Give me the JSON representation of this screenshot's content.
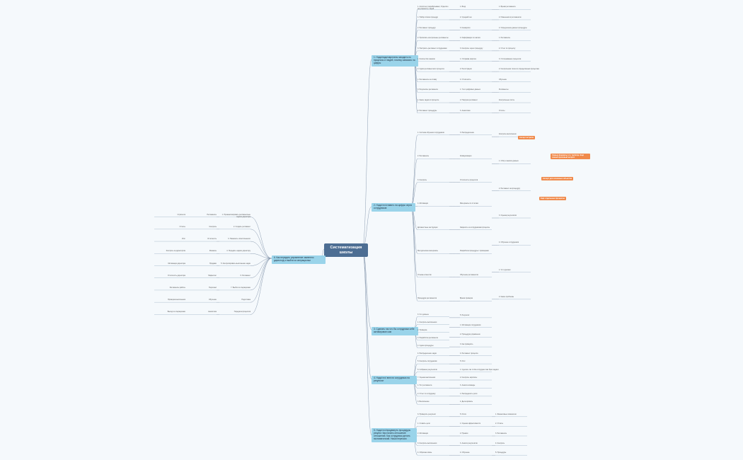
{
  "center": "Систематизация школы",
  "branches": [
    {
      "label": "1. Надо/надо/зарплаты заходить но процессы и людей, почему завязано на цифры"
    },
    {
      "label": "2. Надо/что/ставить на цифры через сотрудников"
    },
    {
      "label": "3. Сделать так что бы сотрудники себе активирован сам"
    },
    {
      "label": "4. Надо/что/ внести сотрудника на результат"
    },
    {
      "label": "5. Надо/что/продвинуть процедуры результ. Как начать отношение отношений. Как сотрудники делать экономический. Наши пересказ"
    },
    {
      "label": "6. Как передать управление заменено директору и выйти из операционки"
    }
  ],
  "tags": [
    {
      "label": "Ассерт встреча"
    },
    {
      "label": "Самые форматы что трубопр. Ещё самый красивый вопрос"
    },
    {
      "label": "Ассерт для основных объектов"
    },
    {
      "label": "Ещё отдельные процессы"
    }
  ],
  "right_leaves": [
    "1. Ассистент разрабатывают, Отделите регулярность стадий",
    "1. Набор списка процедур",
    "2. Регламент процедур",
    "2. Прописать контрольные регламенты",
    "3. Настроить регламент сотрудникам",
    "1. Количество заказов",
    "2. Сдача регламентного процесса",
    "1. Регламенты на ставку",
    "3. Результаты регламента",
    "1. Какие задачи в процессе",
    "2. Регламент процедуры",
    "1. Вход",
    "2. Средний чек",
    "3. Конверсия",
    "4. Информация по записи",
    "3. Контроль через процедуру",
    "1. Отправка запроса",
    "2. Регистрация",
    "4. Отчётность",
    "1. Учет цифровых данных",
    "2. Нагрузка регламент",
    "3. Аналитика",
    "1. Время регламента",
    "2. Изменения в регламентах",
    "2. Определение данных процедуры",
    "1. Регламенты",
    "2. Отчет по процессу",
    "3. Отслеживание процессов",
    "2. Контрольная точка по определённым процессам",
    "Обучение",
    "Регламенты",
    "Контрольные листы",
    "Отчёты",
    "1. Система обучения сотрудников",
    "2. Регламенты",
    "3. Контроль",
    "4. Мотивация",
    "Должностные инструкции",
    "Методические материалы",
    "Отзывы клиентов",
    "Процедура регламентов",
    "3. Распределение",
    "Коммуникации",
    "Отчётность процессов",
    "Материалы по отчётам",
    "Закрепить за сотрудниками процессы",
    "Разработка процедуры с примерами",
    "Обучение регламентов",
    "Время проверки",
    "Контроль выполнения",
    "1. Сбор и анализ данных",
    "2. Регламент на процедуру",
    "3. Оценка результатов",
    "4. Обучение сотрудников",
    "1. Что сделано",
    "2. Какие проблемы",
    "3. Что дальше",
    "1. Контроль выполнения",
    "2. Проверка",
    "3. Разработка регламента",
    "4. Сдача процедуры",
    "5. Результат",
    "1. Мотивация сотрудников",
    "2. Процедура управления",
    "3. Как проверять",
    "4. Распределение задач",
    "5. Контроль сотрудников",
    "6. Собрание результатов",
    "7. Оценка выполнения",
    "1. Нет регламента",
    "2. Отчет по сотруднику",
    "3. Выполнение",
    "4. Регламент процесса",
    "5. Итог",
    "1. Сделать так чтобы сотрудник сам брал задачи",
    "2. Контроль зарплаты",
    "3. Анализ команды",
    "1. Распределить роли",
    "2. Делегировать",
    "3. Проверить результат",
    "1. Ставить цели",
    "2. Мотивация",
    "3. Контроль выполнения",
    "4. Обратная связь",
    "5. Итоги",
    "1. Оценка эффективности",
    "2. Премии",
    "3. Анализ результатов",
    "4. Обучение",
    "1. Финансовые показатели",
    "2. Отчёты",
    "3. Регламенты",
    "4. Контроль",
    "5. Процедуры"
  ],
  "left_leaves": [
    "1. Проанализировать регламентные задачи директора",
    "2. Создать регламент",
    "3. Назначить ответственного",
    "4. Передать задачи директору",
    "5. Контролировать выполнение задач",
    "6. Регламент",
    "7. Выйти из операционки",
    "Подготовка",
    "Передача процессов",
    "Регламенты",
    "Контроль",
    "Отчётность",
    "Финансы",
    "Продажи",
    "Маркетинг",
    "Персонал",
    "Обучение",
    "Аналитика",
    "Стратегия",
    "Отчёты",
    "Итог",
    "Контроль за директором",
    "Мотивация директора",
    "Отчётность директора",
    "Регламенты работы",
    "Проверка выполнения",
    "Выход из операционки"
  ]
}
